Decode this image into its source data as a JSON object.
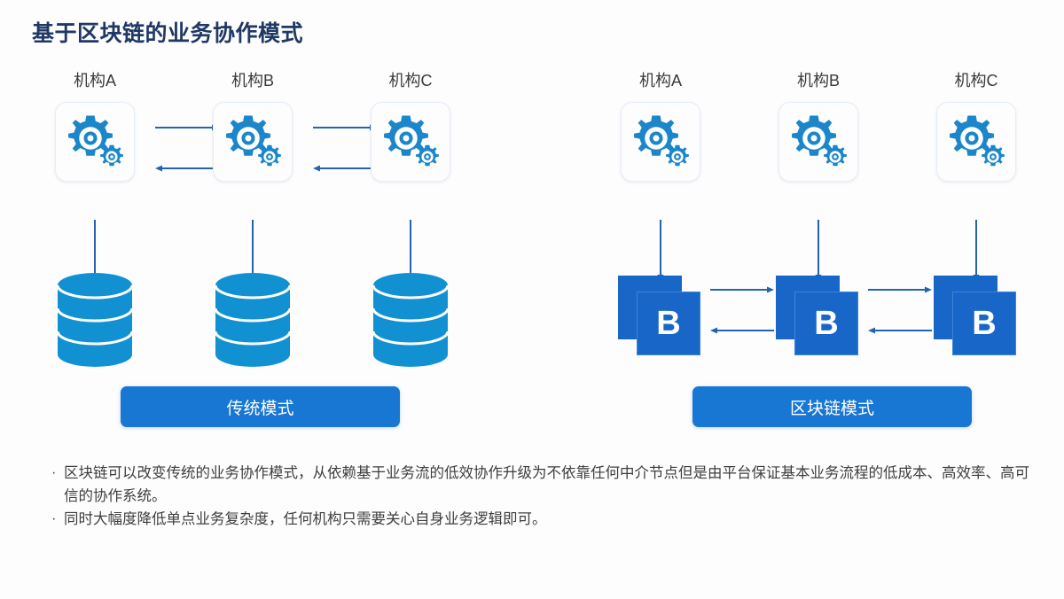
{
  "title": "基于区块链的业务协作模式",
  "colors": {
    "title": "#1f3864",
    "gear": "#1b86c9",
    "arrow": "#2563b0",
    "database": "#1191d2",
    "block": "#1866c8",
    "button": "#1877d2",
    "background": "#fdfdfe",
    "body_text": "#3e3e3e"
  },
  "left_panel": {
    "mode_label": "传统模式",
    "orgs": [
      {
        "label": "机构A",
        "icon": "gears-icon",
        "store": "database-cylinder"
      },
      {
        "label": "机构B",
        "icon": "gears-icon",
        "store": "database-cylinder"
      },
      {
        "label": "机构C",
        "icon": "gears-icon",
        "store": "database-cylinder"
      }
    ],
    "connectors": [
      {
        "from": "机构A",
        "to": "机构B",
        "style": "bidirectional-horizontal-arrows"
      },
      {
        "from": "机构B",
        "to": "机构C",
        "style": "bidirectional-horizontal-arrows"
      }
    ],
    "vertical_connectors": "org-to-database-arrow"
  },
  "right_panel": {
    "mode_label": "区块链模式",
    "orgs": [
      {
        "label": "机构A",
        "icon": "gears-icon",
        "store": "blockchain-block",
        "block_letter": "B"
      },
      {
        "label": "机构B",
        "icon": "gears-icon",
        "store": "blockchain-block",
        "block_letter": "B"
      },
      {
        "label": "机构C",
        "icon": "gears-icon",
        "store": "blockchain-block",
        "block_letter": "B"
      }
    ],
    "connectors": [
      {
        "from": "块A",
        "to": "块B",
        "style": "bidirectional-horizontal-arrows"
      },
      {
        "from": "块B",
        "to": "块C",
        "style": "bidirectional-horizontal-arrows"
      }
    ],
    "vertical_connectors": "org-to-block-arrow"
  },
  "bullets": [
    {
      "marker": "·",
      "text": "区块链可以改变传统的业务协作模式，从依赖基于业务流的低效协作升级为不依靠任何中介节点但是由平台保证基本业务流程的低成本、高效率、高可信的协作系统。"
    },
    {
      "marker": "·",
      "text": "同时大幅度降低单点业务复杂度，任何机构只需要关心自身业务逻辑即可。"
    }
  ]
}
